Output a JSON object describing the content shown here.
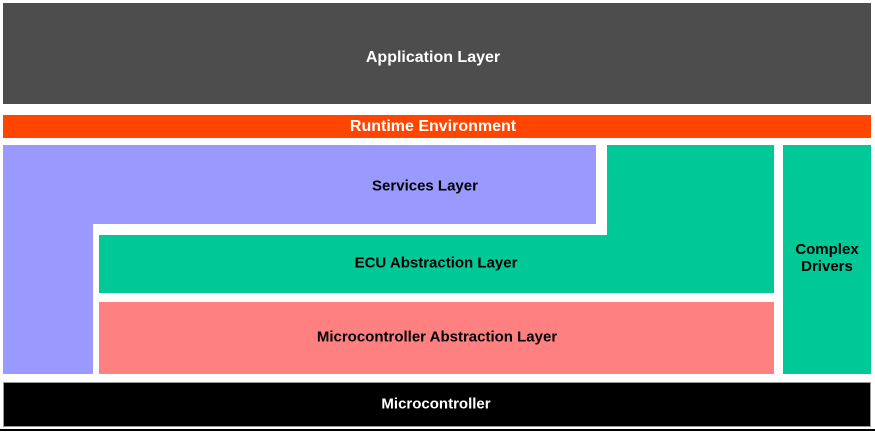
{
  "diagram": {
    "layers": {
      "application": {
        "label": "Application Layer"
      },
      "runtime": {
        "label": "Runtime Environment"
      },
      "services": {
        "label": "Services Layer"
      },
      "ecu_abstraction": {
        "label": "ECU Abstraction Layer"
      },
      "mcal": {
        "label": "Microcontroller Abstraction Layer"
      },
      "complex_drivers": {
        "label": "Complex Drivers"
      },
      "microcontroller": {
        "label": "Microcontroller"
      }
    },
    "colors": {
      "application": "#4D4D4D",
      "runtime": "#FF4500",
      "services": "#9999FE",
      "ecu_abstraction": "#00C896",
      "mcal": "#FF8080",
      "complex_drivers": "#00C896",
      "microcontroller": "#000000",
      "background": "#FFFFFF",
      "app_text": "#F2F2F2",
      "light_text": "#FFFFFF",
      "dark_text": "#000000"
    }
  }
}
